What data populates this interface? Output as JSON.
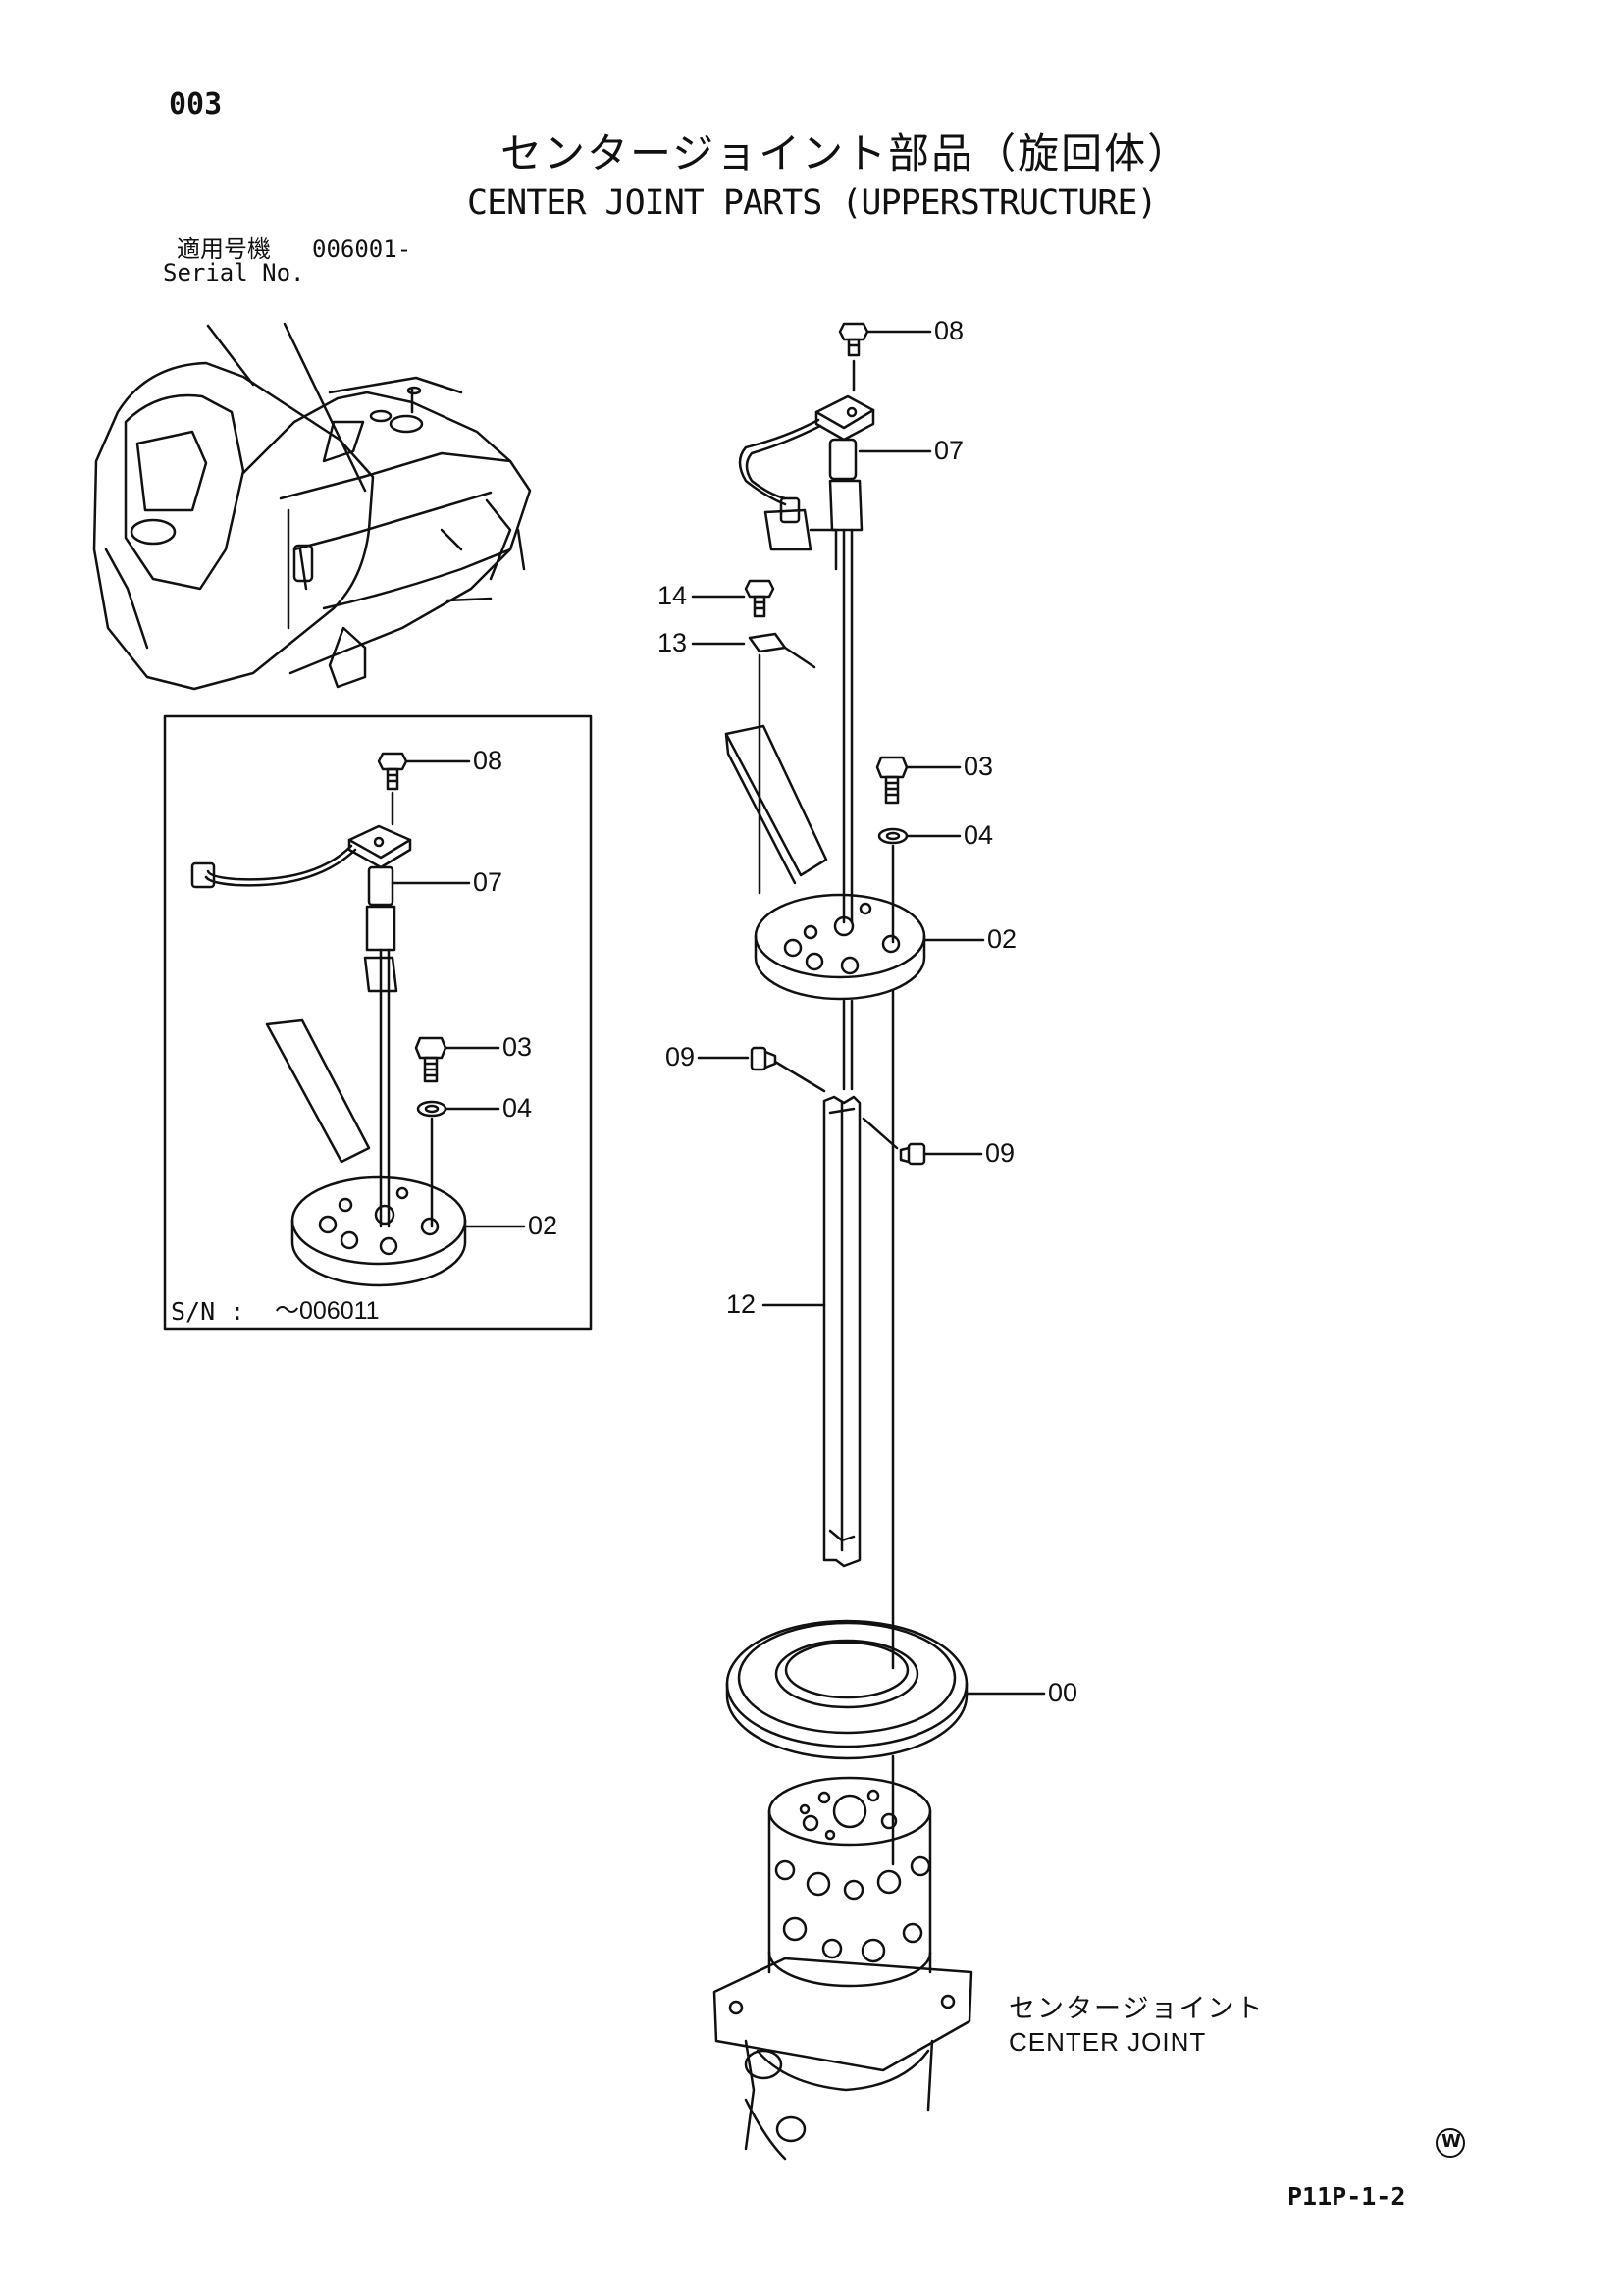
{
  "page": {
    "page_number": "003",
    "title_jp": "センタージョイント部品（旋回体）",
    "title_en": "CENTER JOINT PARTS (UPPERSTRUCTURE)",
    "serial_label_jp": "適用号機",
    "serial_value": "006001-",
    "serial_label_en": "Serial No.",
    "footer_code": "P11P-1-2",
    "watermark_symbol": "W"
  },
  "inset": {
    "sn_label": "S/N :",
    "sn_value": "～006011",
    "callouts": [
      "08",
      "07",
      "03",
      "04",
      "02"
    ]
  },
  "main": {
    "callouts": [
      "08",
      "07",
      "14",
      "13",
      "03",
      "04",
      "02",
      "09",
      "09",
      "12",
      "00"
    ],
    "center_joint_jp": "センタージョイント",
    "center_joint_en": "CENTER JOINT"
  }
}
